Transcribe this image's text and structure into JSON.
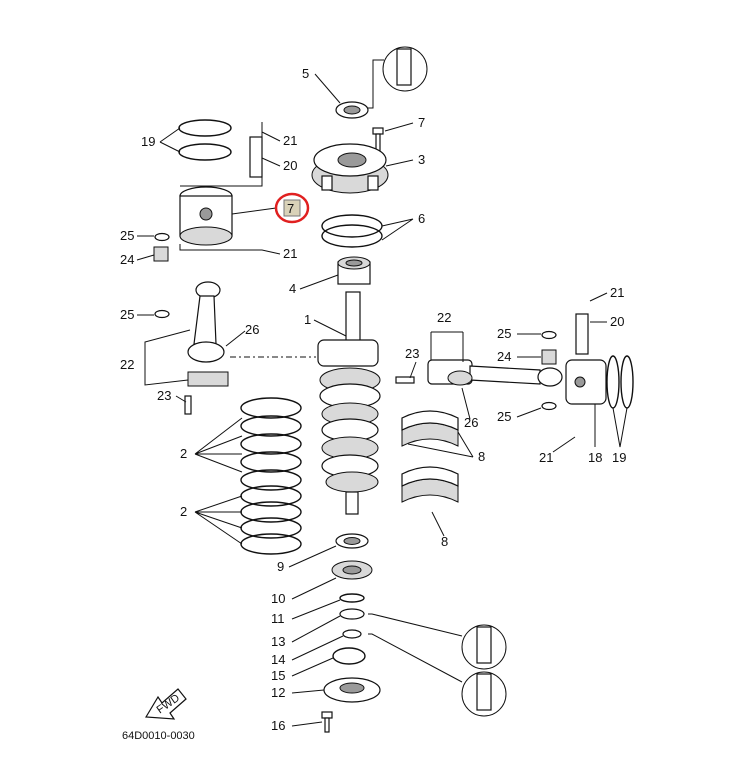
{
  "diagram_code": "64D0010-0030",
  "fwd_label": "FWD",
  "highlight": {
    "label": "7",
    "color": "#e02020"
  },
  "callouts": {
    "c5": "5",
    "c7": "7",
    "c3": "3",
    "c6": "6",
    "c4": "4",
    "c1": "1",
    "c19l": "19",
    "c21a": "21",
    "c20l": "20",
    "c25a": "25",
    "c24l": "24",
    "c21b": "21",
    "c25b": "25",
    "c26l": "26",
    "c22l": "22",
    "c23l": "23",
    "c22r": "22",
    "c23r": "23",
    "c26r": "26",
    "c21r": "21",
    "c20r": "20",
    "c25r1": "25",
    "c24r": "24",
    "c25r2": "25",
    "c21r2": "21",
    "c18": "18",
    "c19r": "19",
    "c2a": "2",
    "c2b": "2",
    "c8a": "8",
    "c8b": "8",
    "c9": "9",
    "c10": "10",
    "c11": "11",
    "c13": "13",
    "c14": "14",
    "c15": "15",
    "c12": "12",
    "c16": "16"
  },
  "icons": [
    "grease-tube-icon",
    "fwd-arrow-icon"
  ]
}
